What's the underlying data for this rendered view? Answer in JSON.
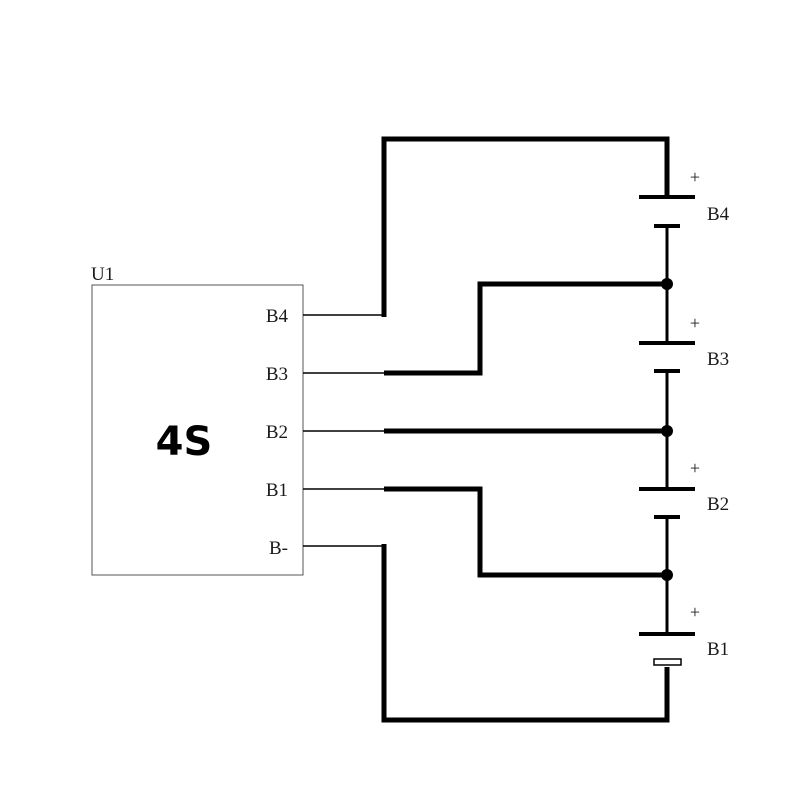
{
  "ic": {
    "ref": "U1",
    "label": "4S",
    "pins": [
      {
        "name": "B4"
      },
      {
        "name": "B3"
      },
      {
        "name": "B2"
      },
      {
        "name": "B1"
      },
      {
        "name": "B-"
      }
    ]
  },
  "cells": [
    {
      "name": "B4",
      "polarity": "+"
    },
    {
      "name": "B3",
      "polarity": "+"
    },
    {
      "name": "B2",
      "polarity": "+"
    },
    {
      "name": "B1",
      "polarity": "+"
    }
  ],
  "colors": {
    "wire": "#000000",
    "outline": "#555555",
    "background": "#ffffff"
  }
}
